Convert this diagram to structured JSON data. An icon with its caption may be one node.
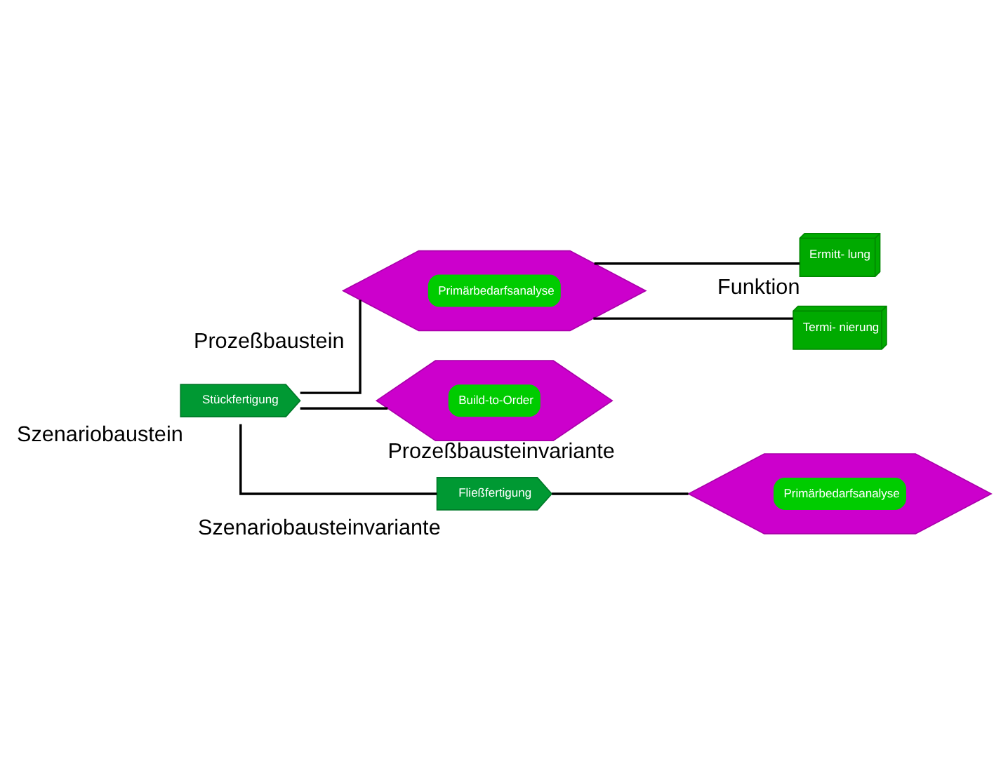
{
  "diagram": {
    "nodes": [
      {
        "text": [
          "Stückfertigung"
        ],
        "beside": [
          "Szenariobaustein"
        ]
      },
      {
        "text": [
          "Primärbedarfsanalyse"
        ],
        "beside": [
          "Prozeßbaustein"
        ]
      },
      {
        "text": [
          "Ermitt- lung"
        ],
        "beside": [
          "Funktion"
        ]
      },
      {
        "text": [
          "Termi- nierung"
        ]
      },
      {
        "text": [
          "Build-to-Order"
        ],
        "beside": [
          "Prozeßbausteinvariante"
        ]
      },
      {
        "text": [
          "Fließfertigung"
        ],
        "beside": [
          "Szenariobausteinvariante"
        ]
      },
      {
        "text": [
          "Primärbedarfsanalyse"
        ]
      }
    ],
    "edges": [
      {
        "from": 0,
        "to": 5,
        "arrow": "none"
      },
      {
        "from": 0,
        "to": 1,
        "arrow": "none"
      },
      {
        "from": 1,
        "to": 2,
        "arrow": "none"
      },
      {
        "from": 1,
        "to": 3,
        "arrow": "none"
      },
      {
        "from": 0,
        "to": 4,
        "arrow": "none"
      },
      {
        "from": 5,
        "to": 6,
        "arrow": "none"
      }
    ]
  }
}
